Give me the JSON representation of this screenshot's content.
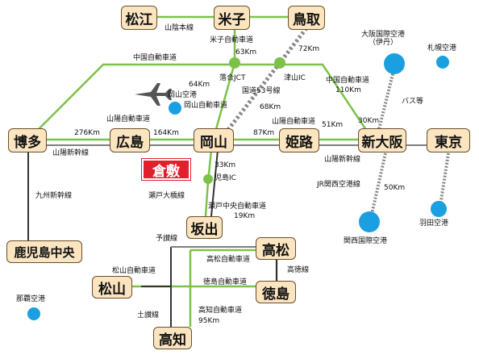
{
  "cities": {
    "matsue": "松江",
    "yonago": "米子",
    "tottori": "鳥取",
    "hakata": "博多",
    "hiroshima": "広島",
    "okayama": "岡山",
    "himeji": "姫路",
    "shinosaka": "新大阪",
    "tokyo": "東京",
    "kurashiki": "倉敷",
    "sakaide": "坂出",
    "takamatsu": "高松",
    "matsuyama": "松山",
    "tokushima": "徳島",
    "kochi": "高知",
    "kagoshima": "鹿児島中央"
  },
  "labels": {
    "sanin_line": "山陰本線",
    "yonago_expressway": "米子自動車道",
    "yonago_km": "63Km",
    "tottori_km": "72Km",
    "chugoku_expressway_west": "中国自動車道",
    "itami_airport": "大阪国際空港\n（伊丹）",
    "sapporo_airport": "札幌空港",
    "ochiai_jct": "落合JCT",
    "tsuyama_ic": "津山IC",
    "chugoku_expressway_east": "中国自動車道",
    "chugoku_km": "110Km",
    "route53": "国道53号線",
    "route53_km": "68Km",
    "okayama_expressway_km": "64Km",
    "okayama_airport": "岡山空港",
    "okayama_expressway": "岡山自動車道",
    "sanyo_expressway_west": "山陽自動車道",
    "sanyo_expressway_east": "山陽自動車道",
    "hakata_hiroshima_km": "276Km",
    "hiroshima_okayama_km": "164Km",
    "okayama_himeji_km": "87Km",
    "himeji_osaka_km": "51Km",
    "osaka_km": "30Km",
    "bus": "バス等",
    "sanyo_shinkansen_west": "山陽新幹線",
    "sanyo_shinkansen_east": "山陽新幹線",
    "kyushu_shinkansen": "九州新幹線",
    "kojima_km": "33Km",
    "kojima_ic": "児島IC",
    "seto_ohashi": "瀬戸大橋線",
    "seto_chuo": "瀬戸中央自動車道",
    "seto_chuo_km": "19Km",
    "jr_kansai_airport": "JR関西空港線",
    "kansai_km": "50Km",
    "kansai_airport": "関西国際空港",
    "haneda_airport": "羽田空港",
    "yosan_line": "予讃線",
    "takamatsu_expressway": "高松自動車道",
    "kotoku_line": "高徳線",
    "matsuyama_expressway": "松山自動車道",
    "tokushima_expressway": "徳島自動車道",
    "naha_airport": "那覇空港",
    "kochi_expressway": "高知自動車道",
    "kochi_km": "95Km",
    "dosan_line": "土讃線"
  },
  "colors": {
    "expressway": "#7cc24a",
    "rail": "#333333",
    "airport": "#1aa0e0",
    "route": "#888888",
    "city_fill": "#fbe4c0",
    "highlight": "#e0202a"
  }
}
